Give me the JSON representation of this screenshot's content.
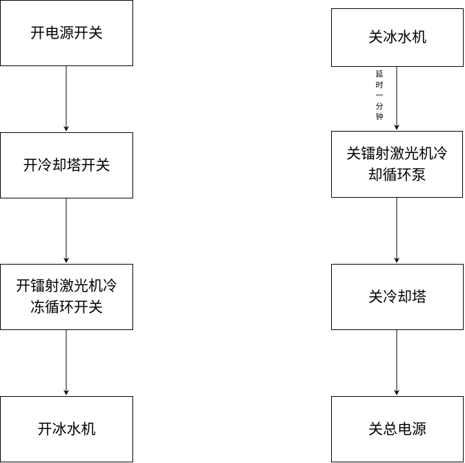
{
  "diagram": {
    "left_column": {
      "nodes": [
        {
          "id": "L1",
          "text": "开电源开关"
        },
        {
          "id": "L2",
          "text": "开冷却塔开关"
        },
        {
          "id": "L3",
          "text": "开镭射激光机冷冻循环开关"
        },
        {
          "id": "L4",
          "text": "开冰水机"
        }
      ]
    },
    "right_column": {
      "nodes": [
        {
          "id": "R1",
          "text": "关冰水机"
        },
        {
          "id": "R2",
          "text": "关镭射激光机冷却循环泵"
        },
        {
          "id": "R3",
          "text": "关冷却塔"
        },
        {
          "id": "R4",
          "text": "关总电源"
        }
      ]
    },
    "edges": [
      {
        "from": "L1",
        "to": "L2",
        "label": ""
      },
      {
        "from": "L2",
        "to": "L3",
        "label": ""
      },
      {
        "from": "L3",
        "to": "L4",
        "label": ""
      },
      {
        "from": "R1",
        "to": "R2",
        "label": "延时一分钟"
      },
      {
        "from": "R2",
        "to": "R3",
        "label": ""
      },
      {
        "from": "R3",
        "to": "R4",
        "label": ""
      }
    ],
    "colors": {
      "stroke": "#000000",
      "fill": "#ffffff",
      "text": "#000000"
    }
  }
}
